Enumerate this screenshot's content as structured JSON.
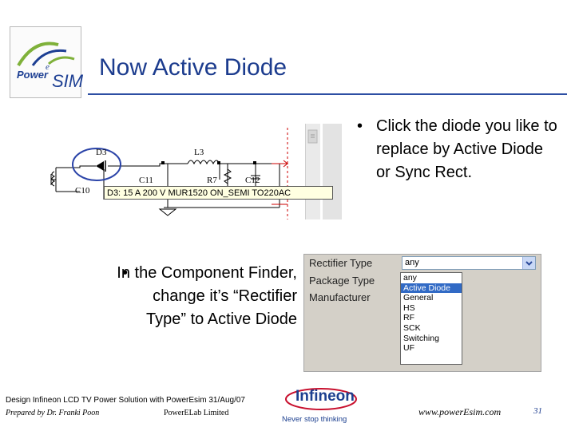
{
  "logo": {
    "power": "Power",
    "superscript": "e",
    "sim": "SIM"
  },
  "title": "Now Active Diode",
  "schematic": {
    "labels": {
      "d3": "D3",
      "l3": "L3",
      "c10": "C10",
      "c11": "C11",
      "r7": "R7",
      "c12": "C12"
    },
    "tooltip": "D3: 15 A 200 V MUR1520 ON_SEMI TO220AC"
  },
  "bullets": {
    "click_diode": "Click the diode you like to replace by Active Diode or Sync Rect.",
    "component_finder": "In the Component Finder, change it’s “Rectifier Type” to Active Diode"
  },
  "component_finder": {
    "labels": [
      "Rectifier Type",
      "Package Type",
      "Manufacturer"
    ],
    "selected_value": "any",
    "options": [
      "any",
      "Active Diode",
      "General",
      "HS",
      "RF",
      "SCK",
      "Switching",
      "UF"
    ],
    "highlighted_option": "Active Diode"
  },
  "footer": {
    "line1": "Design Infineon LCD TV Power Solution with PowerEsim 31/Aug/07",
    "prepared_by": "Prepared by Dr. Franki Poon",
    "company": "PowerELab Limited",
    "infineon_name": "Infineon",
    "infineon_tagline": "Never stop thinking",
    "website": "www.powerEsim.com",
    "page_number": "31"
  },
  "colors": {
    "title": "#1c3c8e",
    "title_rule": "#2d4fa3",
    "highlight_ellipse": "#2a43a8",
    "selection": "#316ac5",
    "tooltip_bg": "#ffffe1"
  }
}
